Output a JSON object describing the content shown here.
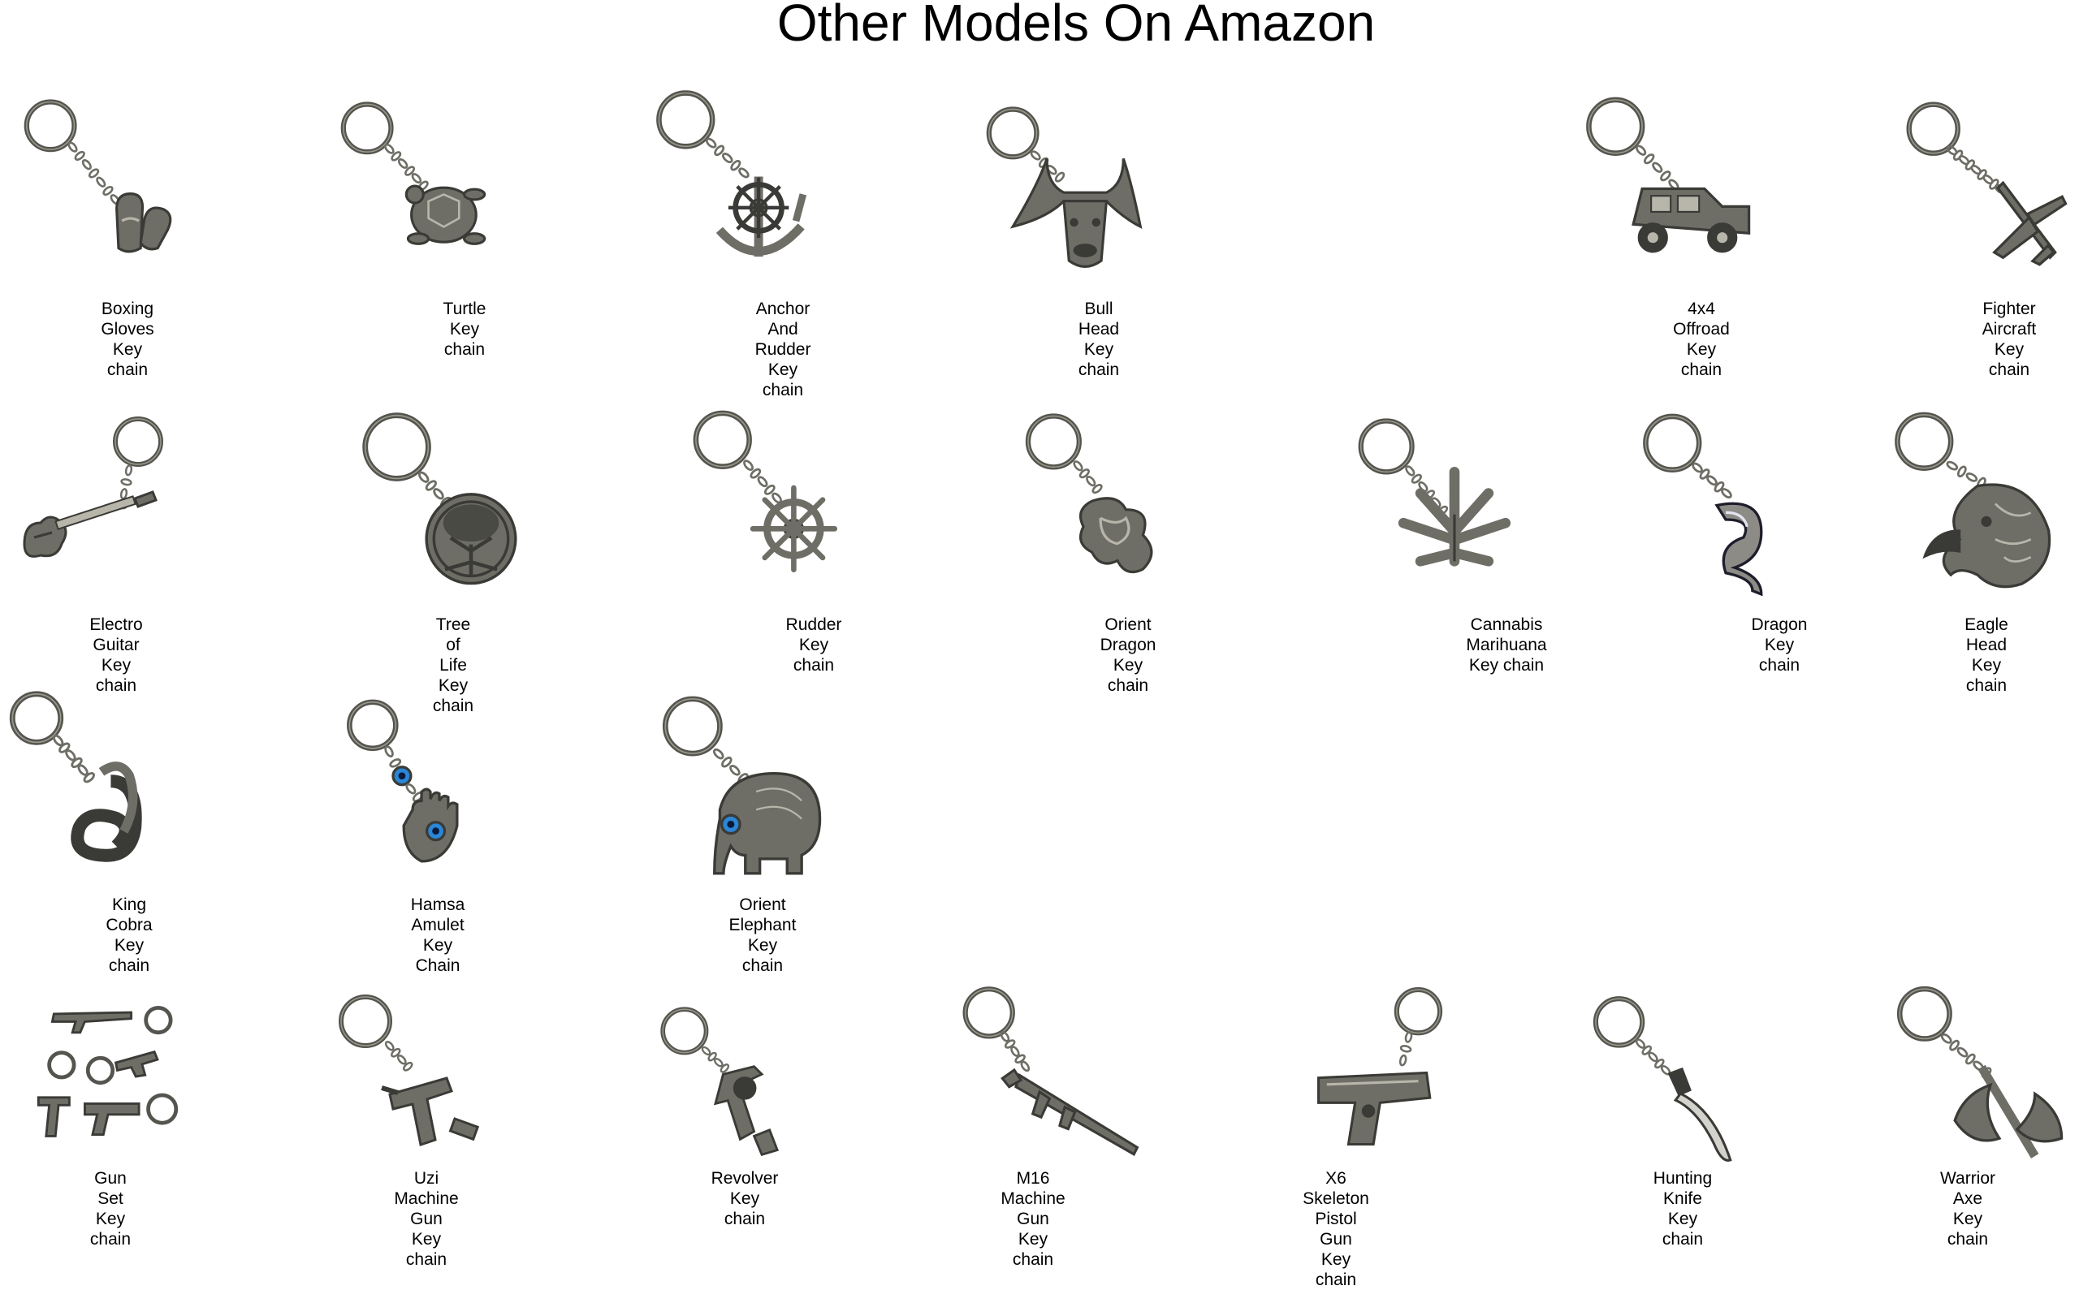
{
  "title": "Other Models On Amazon",
  "items": [
    {
      "id": "boxing-gloves",
      "label": "Boxing Gloves Key chain",
      "icon": "boxing-gloves-keychain-icon"
    },
    {
      "id": "turtle",
      "label": "Turtle Key chain",
      "icon": "turtle-keychain-icon"
    },
    {
      "id": "anchor-rudder",
      "label": "Anchor And Rudder Key chain",
      "icon": "anchor-rudder-keychain-icon"
    },
    {
      "id": "bull-head",
      "label": "Bull Head Key chain",
      "icon": "bull-head-keychain-icon"
    },
    {
      "id": "offroad-4x4",
      "label": "4x4 Offroad Key chain",
      "icon": "offroad-car-keychain-icon"
    },
    {
      "id": "fighter-aircraft",
      "label": "Fighter Aircraft\nKey chain",
      "icon": "fighter-aircraft-keychain-icon"
    },
    {
      "id": "electro-guitar",
      "label": "Electro Guitar Key chain",
      "icon": "electric-guitar-keychain-icon"
    },
    {
      "id": "tree-of-life",
      "label": "Tree of Life Key chain",
      "icon": "tree-of-life-keychain-icon"
    },
    {
      "id": "rudder",
      "label": "Rudder Key chain",
      "icon": "ship-wheel-keychain-icon"
    },
    {
      "id": "orient-dragon",
      "label": "Orient Dragon Key chain",
      "icon": "orient-dragon-keychain-icon"
    },
    {
      "id": "cannabis",
      "label": "Cannabis Marihuana Key chain",
      "icon": "cannabis-leaf-keychain-icon"
    },
    {
      "id": "dragon",
      "label": "Dragon\nKey chain",
      "icon": "dragon-keychain-icon"
    },
    {
      "id": "eagle-head",
      "label": "Eagle Head Key chain",
      "icon": "eagle-head-keychain-icon"
    },
    {
      "id": "king-cobra",
      "label": "King Cobra Key chain",
      "icon": "cobra-keychain-icon"
    },
    {
      "id": "hamsa-amulet",
      "label": "Hamsa Amulet Key Chain",
      "icon": "hamsa-hand-keychain-icon"
    },
    {
      "id": "orient-elephant",
      "label": "Orient Elephant Key chain",
      "icon": "elephant-keychain-icon"
    },
    {
      "id": "gun-set",
      "label": "Gun Set Key chain",
      "icon": "gun-set-keychain-icon"
    },
    {
      "id": "uzi",
      "label": "Uzi Machine Gun Key chain",
      "icon": "uzi-keychain-icon"
    },
    {
      "id": "revolver",
      "label": "Revolver Key chain",
      "icon": "revolver-keychain-icon"
    },
    {
      "id": "m16",
      "label": "M16 Machine Gun Key chain",
      "icon": "m16-rifle-keychain-icon"
    },
    {
      "id": "x6-skeleton-pistol",
      "label": "X6 Skeleton Pistol  Gun\nKey chain",
      "icon": "pistol-keychain-icon"
    },
    {
      "id": "hunting-knife",
      "label": "Hunting Knife Key chain",
      "icon": "hunting-knife-keychain-icon"
    },
    {
      "id": "warrior-axe",
      "label": "Warrior Axe Key chain",
      "icon": "battle-axe-keychain-icon"
    }
  ],
  "colors": {
    "metal_dark": "#3a3a36",
    "metal_mid": "#6f6e66",
    "metal_light": "#b8b6aa",
    "ring": "#55544e",
    "eye_blue": "#2a86d6"
  }
}
